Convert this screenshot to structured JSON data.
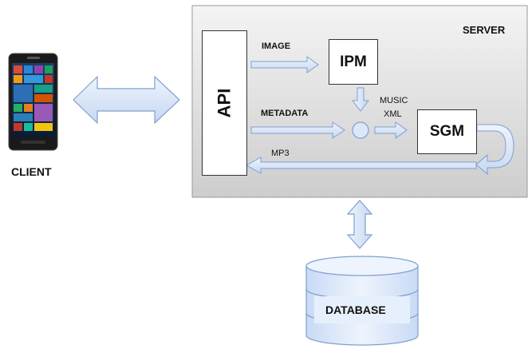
{
  "client": {
    "label": "CLIENT",
    "device": "phone"
  },
  "server": {
    "label": "SERVER",
    "api_label": "API",
    "ipm_label": "IPM",
    "sgm_label": "SGM",
    "flows": {
      "image": "IMAGE",
      "metadata": "METADATA",
      "music_line1": "MUSIC",
      "music_line2": "XML",
      "mp3": "MP3"
    }
  },
  "database": {
    "label": "DATABASE"
  },
  "colors": {
    "arrow_fill": "#dbe7f8",
    "arrow_stroke": "#7f9fd0",
    "server_top": "#f2f2f2",
    "server_bottom": "#cfcfcf",
    "db_fill": "#e0eafc",
    "db_stroke": "#7f9fd0"
  }
}
